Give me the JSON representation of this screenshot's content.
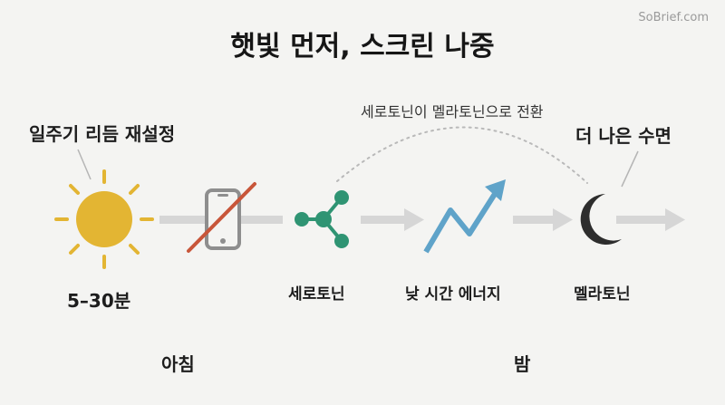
{
  "watermark": "SoBrief.com",
  "title": "햇빛 먼저, 스크린 나중",
  "labels": {
    "circadian_reset": "일주기 리듬 재설정",
    "duration": "5–30분",
    "serotonin": "세로토닌",
    "daytime_energy": "낮 시간 에너지",
    "melatonin": "멜라토닌",
    "better_sleep": "더 나은 수면",
    "conversion": "세로토닌이 멜라토닌으로 전환",
    "morning": "아침",
    "night": "밤"
  },
  "icons": [
    "sun-icon",
    "no-phone-icon",
    "molecule-icon",
    "rising-arrow-icon",
    "moon-icon"
  ],
  "colors": {
    "sun": "#e3b533",
    "slash": "#c8563a",
    "phone": "#8e8e8e",
    "molecule": "#2f9473",
    "trend": "#5fa3c9",
    "moon": "#2d2d2d",
    "connector": "#d6d6d6"
  }
}
